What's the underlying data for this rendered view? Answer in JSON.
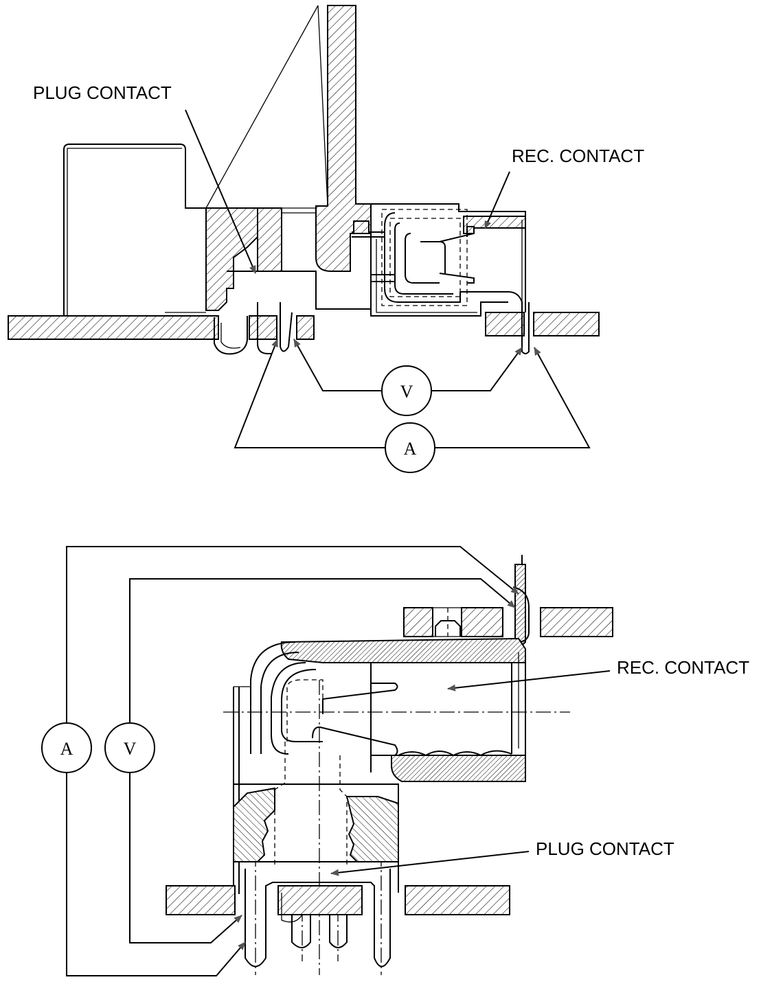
{
  "colors": {
    "line": "#000000",
    "background": "#ffffff",
    "arrowhead": "#555555"
  },
  "top_figure": {
    "plug_label": "PLUG CONTACT",
    "rec_label": "REC. CONTACT",
    "voltmeter": "V",
    "ammeter": "A"
  },
  "bottom_figure": {
    "rec_label": "REC. CONTACT",
    "plug_label": "PLUG CONTACT",
    "ammeter": "A",
    "voltmeter": "V"
  }
}
